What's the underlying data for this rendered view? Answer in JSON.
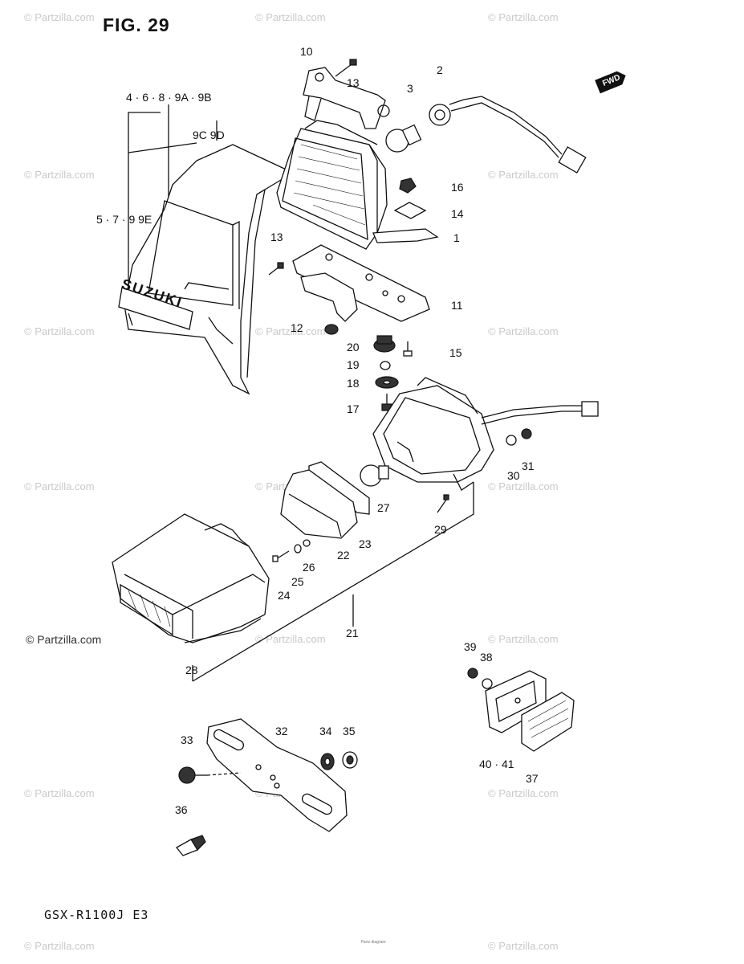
{
  "figure": {
    "title": "FIG. 29",
    "model": "GSX-R1100J  E3",
    "forward_marker": "FWD",
    "footer_text": "Parts diagram",
    "brand_mark": "SUZUKI"
  },
  "watermark": {
    "text": "© Partzilla.com",
    "prominent_text": "© Partzilla.com"
  },
  "callouts": {
    "c1": "1",
    "c2": "2",
    "c3": "3",
    "c10": "10",
    "c11": "11",
    "c12": "12",
    "c13a": "13",
    "c13b": "13",
    "c14": "14",
    "c15": "15",
    "c16": "16",
    "c17": "17",
    "c18": "18",
    "c19": "19",
    "c20": "20",
    "c21": "21",
    "c22": "22",
    "c23": "23",
    "c24": "24",
    "c25": "25",
    "c26": "26",
    "c27": "27",
    "c28": "28",
    "c29": "29",
    "c30": "30",
    "c31": "31",
    "c32": "32",
    "c33": "33",
    "c34": "34",
    "c35": "35",
    "c36": "36",
    "c37": "37",
    "c38": "38",
    "c39": "39",
    "c4041": "40 · 41",
    "group_top": "4 · 6 · 8 · 9A · 9B",
    "group_mid": "9C  9D",
    "group_side": "5 · 7 · 9  9E"
  }
}
